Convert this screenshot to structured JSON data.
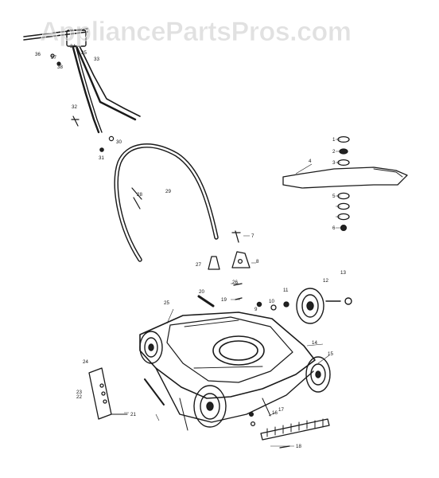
{
  "watermark": "AppliancePartsPros.com",
  "callouts": [
    "1",
    "2",
    "3",
    "4",
    "5",
    "6",
    "7",
    "8",
    "9",
    "10",
    "11",
    "12",
    "13",
    "14",
    "15",
    "16",
    "17",
    "18",
    "19",
    "20",
    "21",
    "22",
    "23",
    "24",
    "25",
    "26",
    "27",
    "28",
    "29",
    "30",
    "31",
    "32",
    "33",
    "34",
    "35",
    "36",
    "37",
    "38"
  ],
  "colors": {
    "ink": "#1a1a1a",
    "watermark": "#c9c9c9",
    "background": "#ffffff"
  }
}
